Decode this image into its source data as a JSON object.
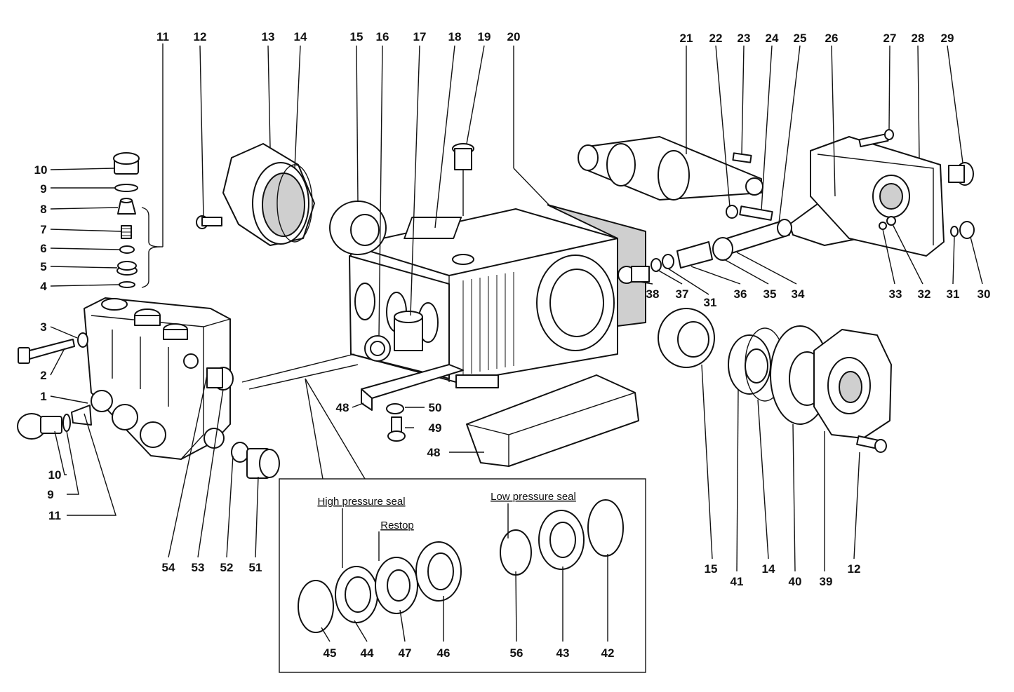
{
  "labels": {
    "p1": "1",
    "p2": "2",
    "p3": "3",
    "p4": "4",
    "p5": "5",
    "p6": "6",
    "p7": "7",
    "p8": "8",
    "p9a": "9",
    "p9b": "9",
    "p10a": "10",
    "p10b": "10",
    "p11a": "11",
    "p11b": "11",
    "p12a": "12",
    "p12b": "12",
    "p13": "13",
    "p14a": "14",
    "p14b": "14",
    "p15a": "15",
    "p15b": "15",
    "p16": "16",
    "p17": "17",
    "p18": "18",
    "p19": "19",
    "p20": "20",
    "p21": "21",
    "p22": "22",
    "p23": "23",
    "p24": "24",
    "p25": "25",
    "p26": "26",
    "p27": "27",
    "p28": "28",
    "p29": "29",
    "p30": "30",
    "p31a": "31",
    "p31b": "31",
    "p32": "32",
    "p33": "33",
    "p34": "34",
    "p35": "35",
    "p36": "36",
    "p37": "37",
    "p38": "38",
    "p39": "39",
    "p40": "40",
    "p41": "41",
    "p42": "42",
    "p43": "43",
    "p44": "44",
    "p45": "45",
    "p46": "46",
    "p47": "47",
    "p48a": "48",
    "p48b": "48",
    "p49": "49",
    "p50": "50",
    "p51": "51",
    "p52": "52",
    "p53": "53",
    "p54": "54",
    "p56": "56"
  },
  "captions": {
    "high_pressure_seal": "High pressure seal",
    "restop": "Restop",
    "low_pressure_seal": "Low pressure seal"
  }
}
